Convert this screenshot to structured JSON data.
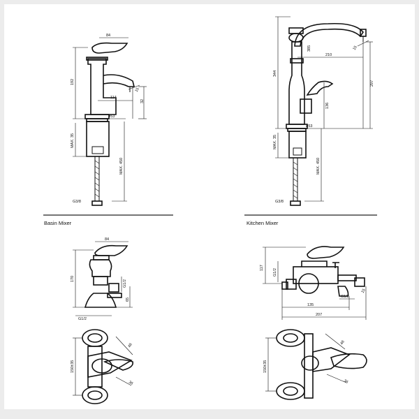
{
  "captions": {
    "basin_mixer": "Basin Mixer",
    "kitchen_mixer": "Kitchen Mixer"
  },
  "basin": {
    "d84": "84",
    "d192": "192",
    "d114": "114",
    "d32": "32",
    "d15": "15",
    "phi53": "ø53",
    "max35": "MAX. 35",
    "max450": "MAX. 450",
    "g38": "G3/8"
  },
  "kitchen": {
    "d385": "385",
    "d210": "210",
    "d15": "15",
    "d344": "344",
    "d297": "297",
    "d136": "136",
    "phi53": "ø53",
    "max35": "MAX. 35",
    "max450": "MAX. 450",
    "g38": "G3/8"
  },
  "wall_mixer": {
    "d84": "84",
    "d170": "170",
    "g12": "G1/2",
    "d65": "65",
    "g12b": "G1/2",
    "d150": "150±35",
    "d48": "48",
    "d36": "36"
  },
  "bath_mixer": {
    "d117": "117",
    "g12": "G1/2",
    "g12b": "G1/2",
    "d135": "135",
    "d207": "207",
    "d15": "15",
    "d150": "150±35",
    "d48": "48",
    "d36": "36"
  }
}
